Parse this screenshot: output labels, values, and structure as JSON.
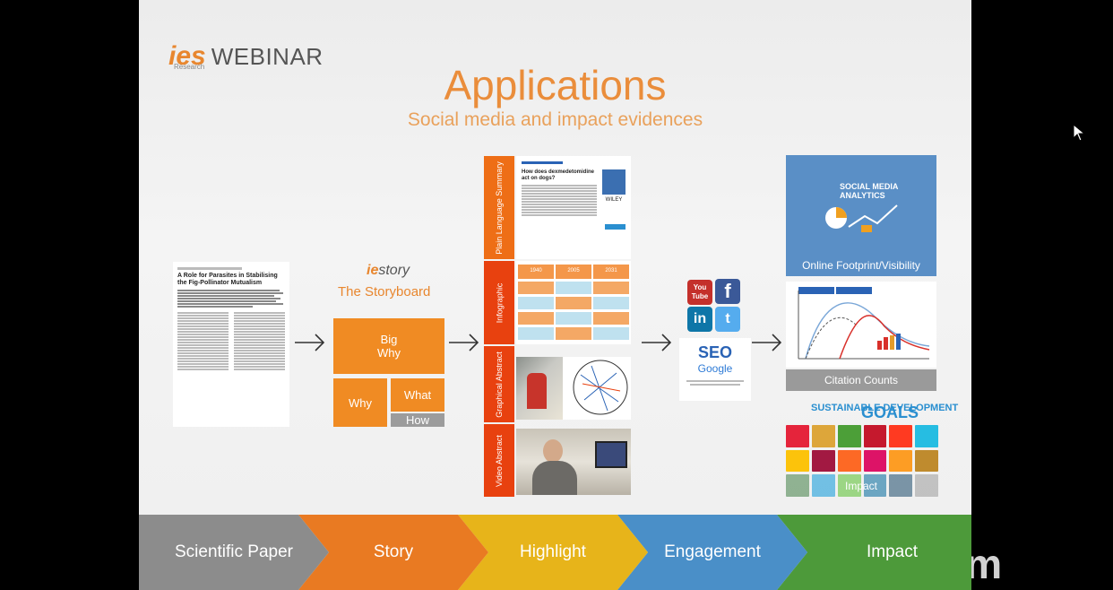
{
  "logo": {
    "mark": "ies",
    "sub": "Research",
    "webinar": "WEBINAR"
  },
  "title": "Applications",
  "subtitle": "Social media and impact evidences",
  "paper": {
    "title": "A Role for Parasites in Stabilising the Fig-Pollinator Mutualism"
  },
  "storyboard": {
    "brand_prefix": "ie",
    "brand_suffix": "story",
    "title": "The Storyboard",
    "big": "Big",
    "why_big": "Why",
    "why": "Why",
    "what": "What",
    "how": "How"
  },
  "highlight": {
    "tabs": [
      "Plain Language Summary",
      "Infographic",
      "Graphical Abstract",
      "Video Abstract"
    ],
    "summary_headline": "How does dexmedetomidine act on dogs?",
    "publisher": "WILEY",
    "infographic_years": [
      "1940",
      "2005",
      "2031"
    ]
  },
  "engagement": {
    "youtube": "You Tube",
    "facebook": "f",
    "linkedin": "in",
    "twitter": "t",
    "seo": "SEO",
    "google": "Google"
  },
  "impact": {
    "analytics_label": "SOCIAL MEDIA ANALYTICS",
    "online_footprint": "Online Footprint/Visibility",
    "citation_counts": "Citation Counts",
    "sdg_top": "SUSTAINABLE DEVELOPMENT",
    "sdg_goals": "GOALS",
    "impact_label": "Impact",
    "sdg_colors": [
      "#e5243b",
      "#dda63a",
      "#4c9f38",
      "#c5192d",
      "#ff3a21",
      "#26bde2",
      "#fcc30b",
      "#a21942",
      "#fd6925",
      "#dd1367",
      "#fd9d24",
      "#bf8b2e",
      "#3f7e44",
      "#0a97d9",
      "#56c02b",
      "#00689d",
      "#19486a",
      "#9a9a9a"
    ]
  },
  "flow": [
    {
      "label": "Scientific Paper",
      "color": "#8c8c8c"
    },
    {
      "label": "Story",
      "color": "#e97a22"
    },
    {
      "label": "Highlight",
      "color": "#e7b41a"
    },
    {
      "label": "Engagement",
      "color": "#4a8fc8"
    },
    {
      "label": "Impact",
      "color": "#4d9a3a"
    }
  ],
  "zoom_watermark": "zoom",
  "colors": {
    "accent_orange": "#ea8d3b",
    "story_orange": "#f08b23",
    "highlight_red": "#e8410f"
  }
}
